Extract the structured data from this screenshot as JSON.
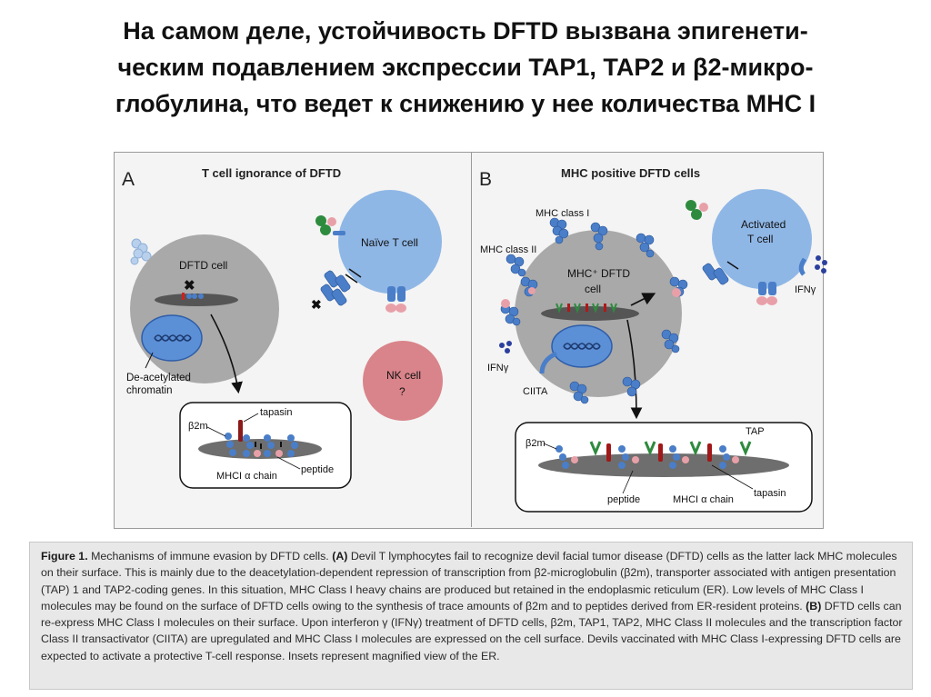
{
  "slide": {
    "title_lines": [
      "На самом деле, устойчивость DFTD вызвана эпигенети-",
      "ческим подавлением экспрессии TAP1, TAP2 и β2-микро-",
      "глобулина, что ведет к снижению у нее количества МНС I"
    ]
  },
  "figure": {
    "panel_a": {
      "letter": "A",
      "title": "T cell ignorance of DFTD",
      "dftd_cell": "DFTD cell",
      "naive_t_cell": "Naïve T cell",
      "nk_cell": "NK cell",
      "nk_question": "?",
      "chromatin": [
        "De-acetylated",
        "chromatin"
      ],
      "inset": {
        "b2m": "β2m",
        "tapasin": "tapasin",
        "mhc_chain": "MHCI α chain",
        "peptide": "peptide"
      }
    },
    "panel_b": {
      "letter": "B",
      "title": "MHC positive DFTD cells",
      "mhc_class_i": "MHC class I",
      "mhc_class_ii": "MHC class II",
      "activated_t_cell": [
        "Activated",
        "T cell"
      ],
      "mhc_dftd_cell": [
        "MHC⁺ DFTD",
        "cell"
      ],
      "ifng_left": "IFNγ",
      "ifng_right": "IFNγ",
      "ciita": "CIITA",
      "inset": {
        "b2m": "β2m",
        "tap": "TAP",
        "peptide": "peptide",
        "mhc_chain": "MHCI α chain",
        "tapasin": "tapasin"
      }
    }
  },
  "caption": {
    "label": "Figure 1.",
    "segments": [
      {
        "t": "Figure 1.",
        "b": true
      },
      {
        "t": " Mechanisms of immune evasion by DFTD cells. ",
        "b": false
      },
      {
        "t": "(A)",
        "b": true
      },
      {
        "t": " Devil T lymphocytes fail to recognize devil facial tumor disease (DFTD) cells as the latter lack MHC molecules on their surface. This is mainly due to the deacetylation-dependent repression of transcription from β2-microglobulin (β2m), transporter associated with antigen presentation (TAP) 1 and TAP2-coding genes. In this situation, MHC Class I heavy chains are produced but retained in the endoplasmic reticulum (ER). Low levels of MHC Class I molecules may be found on the surface of DFTD cells owing to the synthesis of trace amounts of β2m and to peptides derived from ER-resident proteins. ",
        "b": false
      },
      {
        "t": "(B)",
        "b": true
      },
      {
        "t": " DFTD cells can re-express MHC Class I molecules on their surface. Upon interferon γ (IFNγ) treatment of DFTD cells, β2m, TAP1, TAP2, MHC Class II molecules and the transcription factor Class II transactivator (CIITA) are upregulated and MHC Class I molecules are expressed on the cell surface. Devils vaccinated with MHC Class I-expressing DFTD cells are expected to activate a protective T-cell response. Insets represent magnified view of the ER.",
        "b": false
      }
    ]
  }
}
